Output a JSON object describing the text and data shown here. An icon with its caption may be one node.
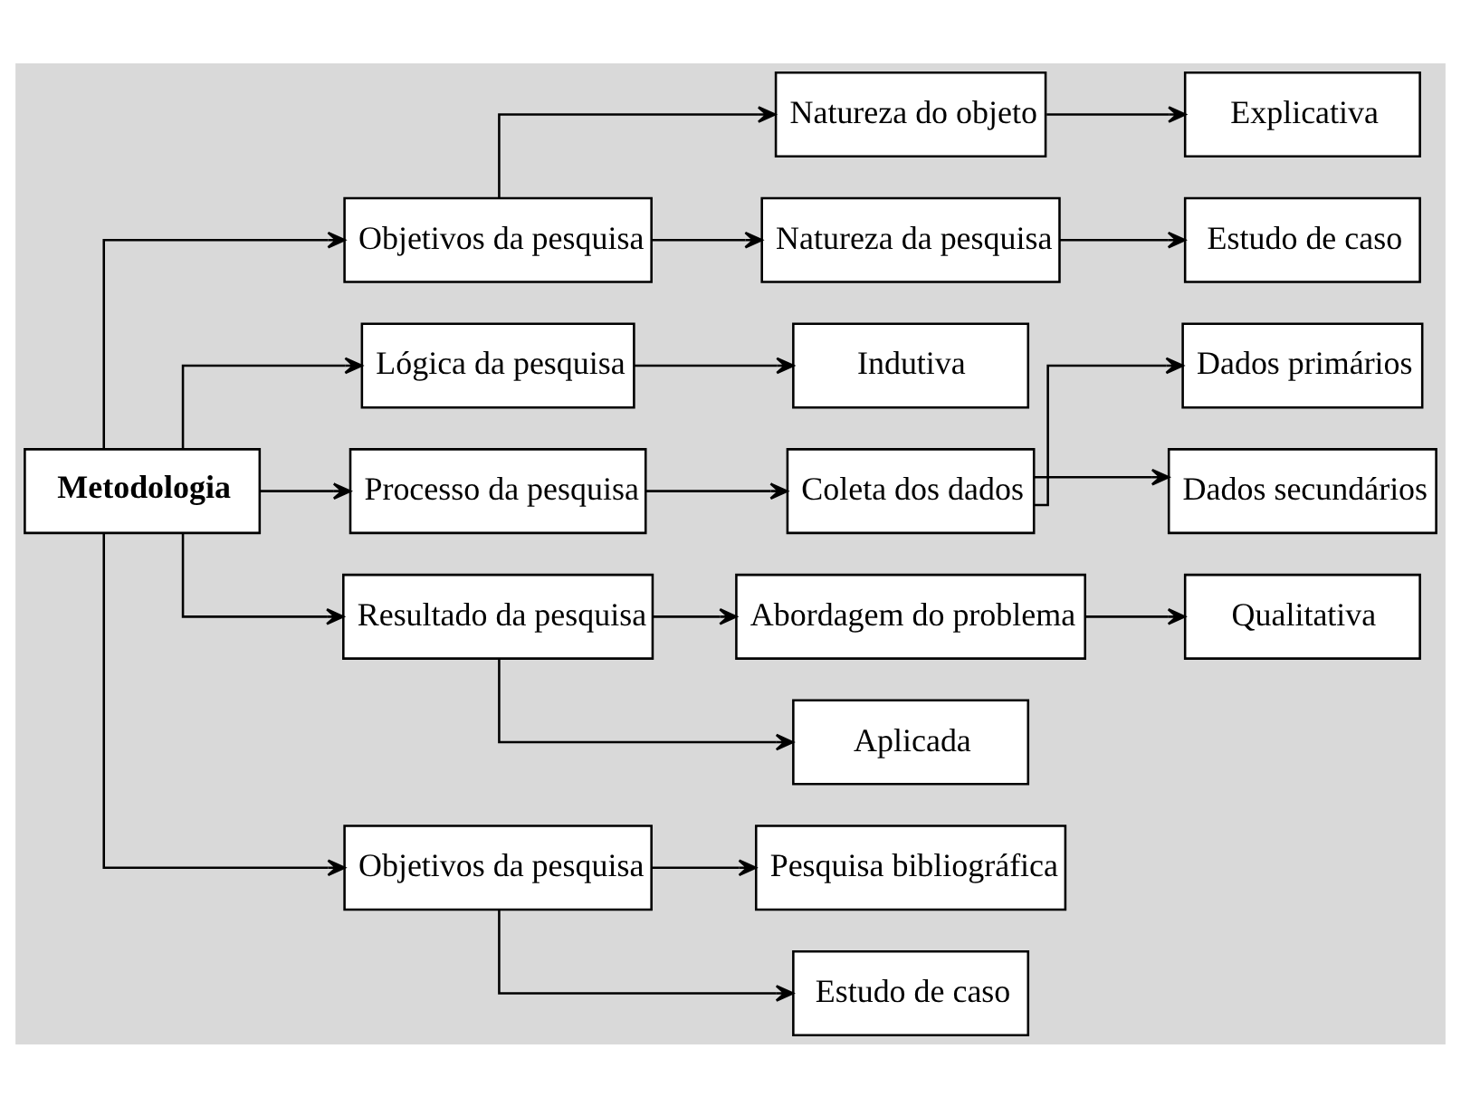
{
  "diagram": {
    "nodes": [
      {
        "text": [
          "Metodologia"
        ]
      },
      {
        "text": [
          "Objetivos da pesquisa"
        ]
      },
      {
        "text": [
          "Lógica da pesquisa"
        ]
      },
      {
        "text": [
          "Processo da pesquisa"
        ]
      },
      {
        "text": [
          "Resultado da pesquisa"
        ]
      },
      {
        "text": [
          "Objetivos da pesquisa"
        ]
      },
      {
        "text": [
          "Natureza do objeto"
        ]
      },
      {
        "text": [
          "Natureza da pesquisa"
        ]
      },
      {
        "text": [
          "Explicativa"
        ]
      },
      {
        "text": [
          "Estudo de caso"
        ]
      },
      {
        "text": [
          "Indutiva"
        ]
      },
      {
        "text": [
          "Coleta dos dados"
        ]
      },
      {
        "text": [
          "Dados primários"
        ]
      },
      {
        "text": [
          "Dados secundários"
        ]
      },
      {
        "text": [
          "Abordagem do problema"
        ]
      },
      {
        "text": [
          "Aplicada"
        ]
      },
      {
        "text": [
          "Qualitativa"
        ]
      },
      {
        "text": [
          "Pesquisa bibliográfica"
        ]
      },
      {
        "text": [
          "Estudo de caso"
        ]
      }
    ],
    "edges": [
      {
        "from": 0,
        "to": 1,
        "arrow": "to"
      },
      {
        "from": 0,
        "to": 2,
        "arrow": "to"
      },
      {
        "from": 0,
        "to": 3,
        "arrow": "to"
      },
      {
        "from": 0,
        "to": 4,
        "arrow": "to"
      },
      {
        "from": 0,
        "to": 5,
        "arrow": "to"
      },
      {
        "from": 1,
        "to": 6,
        "arrow": "to"
      },
      {
        "from": 1,
        "to": 7,
        "arrow": "to"
      },
      {
        "from": 6,
        "to": 8,
        "arrow": "to"
      },
      {
        "from": 7,
        "to": 9,
        "arrow": "to"
      },
      {
        "from": 2,
        "to": 10,
        "arrow": "to"
      },
      {
        "from": 3,
        "to": 11,
        "arrow": "to"
      },
      {
        "from": 11,
        "to": 12,
        "arrow": "to"
      },
      {
        "from": 11,
        "to": 13,
        "arrow": "to"
      },
      {
        "from": 4,
        "to": 14,
        "arrow": "to"
      },
      {
        "from": 4,
        "to": 15,
        "arrow": "to"
      },
      {
        "from": 14,
        "to": 16,
        "arrow": "to"
      },
      {
        "from": 5,
        "to": 17,
        "arrow": "to"
      },
      {
        "from": 5,
        "to": 18,
        "arrow": "to"
      }
    ]
  }
}
